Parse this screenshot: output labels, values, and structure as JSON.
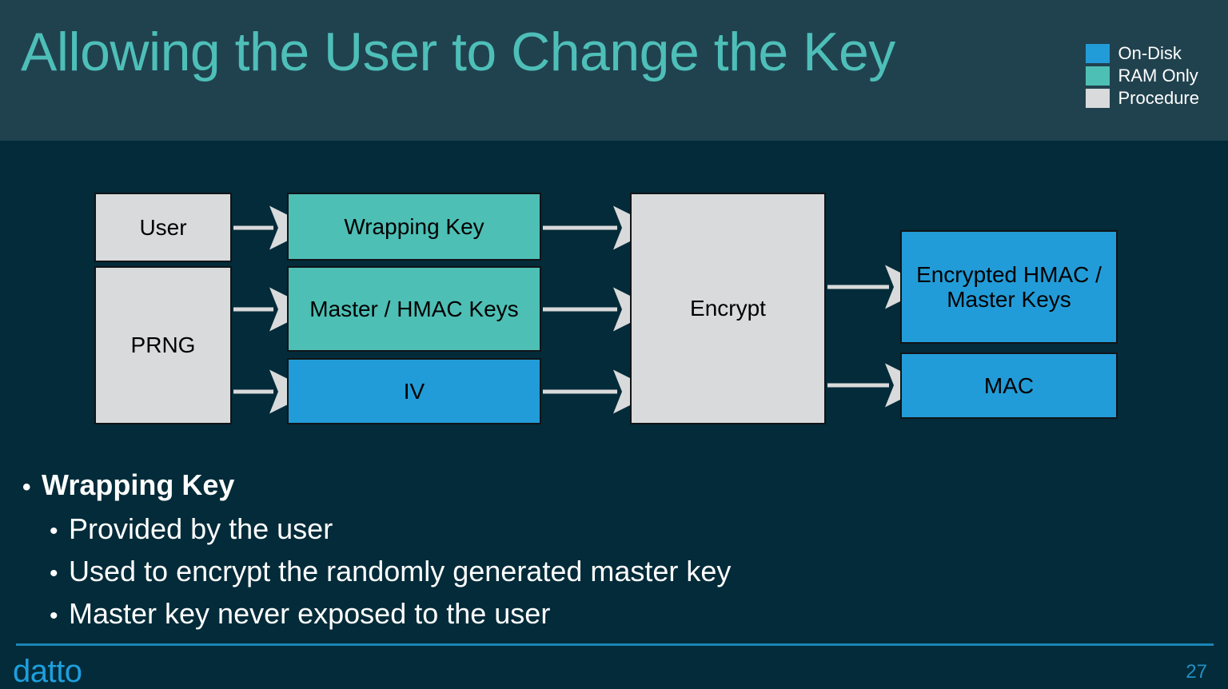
{
  "slide": {
    "title": "Allowing the User to Change the Key",
    "page_number": "27",
    "brand": "datto"
  },
  "colors": {
    "header_band": "#20424e",
    "body_background": "#032b39",
    "title_text": "#4ebfb8",
    "on_disk": "#229cd8",
    "ram_only": "#4ebfb5",
    "procedure": "#d9dadb",
    "arrow": "#d9dadb",
    "footer_rule": "#1b84b5",
    "brand_blue": "#1e9fdd",
    "page_number": "#2390c4",
    "node_border": "#111418",
    "node_text": "#000000",
    "bullet_text": "#ffffff"
  },
  "legend": {
    "items": [
      {
        "label": "On-Disk",
        "color": "#229cd8"
      },
      {
        "label": "RAM Only",
        "color": "#4ebfb5"
      },
      {
        "label": "Procedure",
        "color": "#d9dadb"
      }
    ]
  },
  "diagram": {
    "nodes": [
      {
        "id": "user",
        "label": "User",
        "category": "Procedure"
      },
      {
        "id": "prng",
        "label": "PRNG",
        "category": "Procedure"
      },
      {
        "id": "wrapping",
        "label": "Wrapping Key",
        "category": "RAM Only"
      },
      {
        "id": "masterhmac",
        "label": "Master / HMAC Keys",
        "category": "RAM Only"
      },
      {
        "id": "iv",
        "label": "IV",
        "category": "On-Disk"
      },
      {
        "id": "encrypt",
        "label": "Encrypt",
        "category": "Procedure"
      },
      {
        "id": "enckeys",
        "label": "Encrypted HMAC / Master Keys",
        "category": "On-Disk"
      },
      {
        "id": "mac",
        "label": "MAC",
        "category": "On-Disk"
      }
    ],
    "edges": [
      {
        "from": "user",
        "to": "wrapping"
      },
      {
        "from": "prng",
        "to": "masterhmac"
      },
      {
        "from": "prng",
        "to": "iv"
      },
      {
        "from": "wrapping",
        "to": "encrypt"
      },
      {
        "from": "masterhmac",
        "to": "encrypt"
      },
      {
        "from": "iv",
        "to": "encrypt"
      },
      {
        "from": "encrypt",
        "to": "enckeys"
      },
      {
        "from": "encrypt",
        "to": "mac"
      }
    ]
  },
  "bullets": {
    "marker": "•",
    "level1": "Wrapping Key",
    "level2": [
      "Provided by the user",
      "Used to encrypt the randomly generated master key",
      "Master key never exposed to the user"
    ]
  }
}
